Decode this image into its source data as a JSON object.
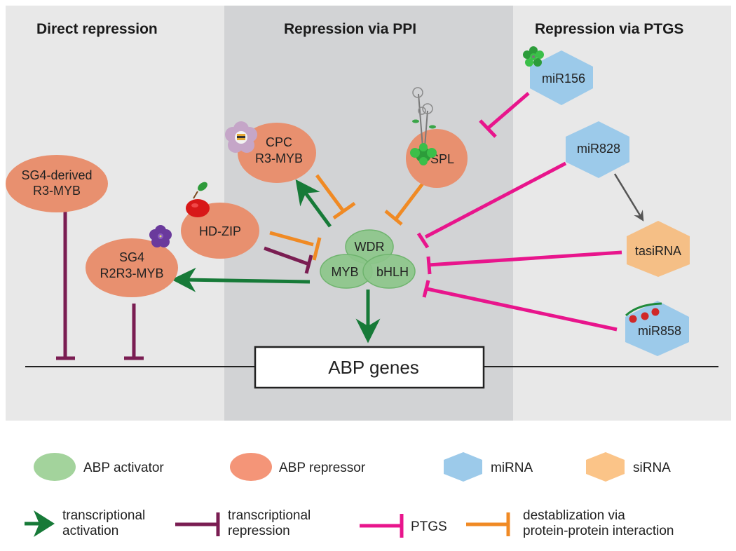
{
  "panels": {
    "direct": {
      "title": "Direct repression"
    },
    "ppi": {
      "title": "Repression via PPI"
    },
    "ptgs": {
      "title": "Repression via PTGS"
    }
  },
  "nodes": {
    "sg4_derived": {
      "line1": "SG4-derived",
      "line2": "R3-MYB",
      "type": "repressor"
    },
    "cpc": {
      "line1": "CPC",
      "line2": "R3-MYB",
      "type": "repressor"
    },
    "hdzip": {
      "label": "HD-ZIP",
      "type": "repressor"
    },
    "sg4": {
      "line1": "SG4",
      "line2": "R2R3-MYB",
      "type": "repressor"
    },
    "spl": {
      "label": "SPL",
      "type": "repressor"
    },
    "wdr": {
      "label": "WDR",
      "type": "activator"
    },
    "myb": {
      "label": "MYB",
      "type": "activator"
    },
    "bhlh": {
      "label": "bHLH",
      "type": "activator"
    },
    "mir156": {
      "label": "miR156",
      "type": "miRNA"
    },
    "mir828": {
      "label": "miR828",
      "type": "miRNA"
    },
    "tasirna": {
      "label": "tasiRNA",
      "type": "siRNA"
    },
    "mir858": {
      "label": "miR858",
      "type": "miRNA"
    },
    "abp_genes": {
      "label": "ABP genes"
    }
  },
  "legend": {
    "shapes": [
      {
        "label": "ABP activator"
      },
      {
        "label": "ABP repressor"
      },
      {
        "label": "miRNA"
      },
      {
        "label": "siRNA"
      }
    ],
    "edges": [
      {
        "line1": "transcriptional",
        "line2": "activation"
      },
      {
        "line1": "transcriptional",
        "line2": "repression"
      },
      {
        "line1": "PTGS",
        "line2": ""
      },
      {
        "line1": "destablization via",
        "line2": "protein-protein interaction"
      }
    ]
  },
  "colors": {
    "activator": "#8cc68a",
    "repressor": "#e8906f",
    "miRNA": "#9ccaea",
    "siRNA": "#f5bf86",
    "activation": "#177a38",
    "transcriptional_repression": "#7a1d52",
    "ptgs": "#e8158c",
    "ppi": "#f08a24",
    "panel_light": "#e8e8e8",
    "panel_dark": "#d2d3d5"
  }
}
